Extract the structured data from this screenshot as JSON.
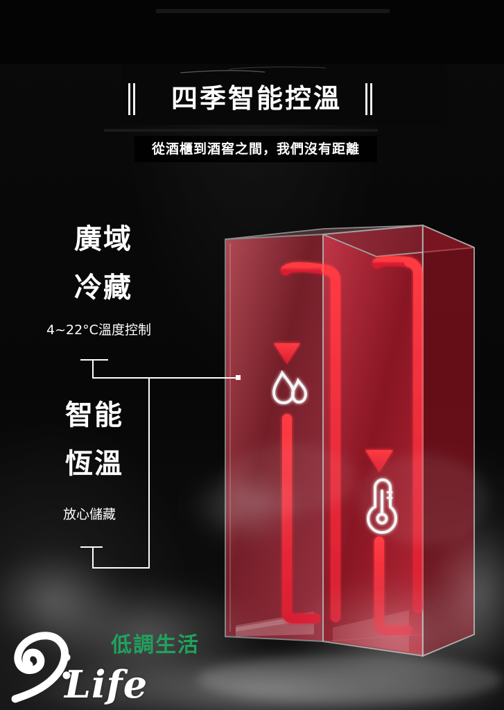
{
  "header": {
    "title": "四季智能控溫",
    "subtitle": "從酒櫃到酒窖之間，我們沒有距離"
  },
  "features": {
    "cooling": {
      "line1": "廣域",
      "line2": "冷藏",
      "detail": "4~22°C溫度控制"
    },
    "smart": {
      "line1": "智能",
      "line2": "恆溫",
      "detail": "放心儲藏"
    }
  },
  "brand": {
    "name": "Life",
    "chinese": "低調生活"
  },
  "icons": {
    "arrow_left": "down-arrow-icon",
    "arrow_right": "down-arrow-icon",
    "moisture": "water-drops-icon",
    "temperature": "thermometer-icon",
    "logo": "clef-logo-icon"
  },
  "colors": {
    "background": "#050505",
    "text": "#ffffff",
    "accent_red": "#ea2e3d",
    "brand_green": "#1ea35d"
  }
}
